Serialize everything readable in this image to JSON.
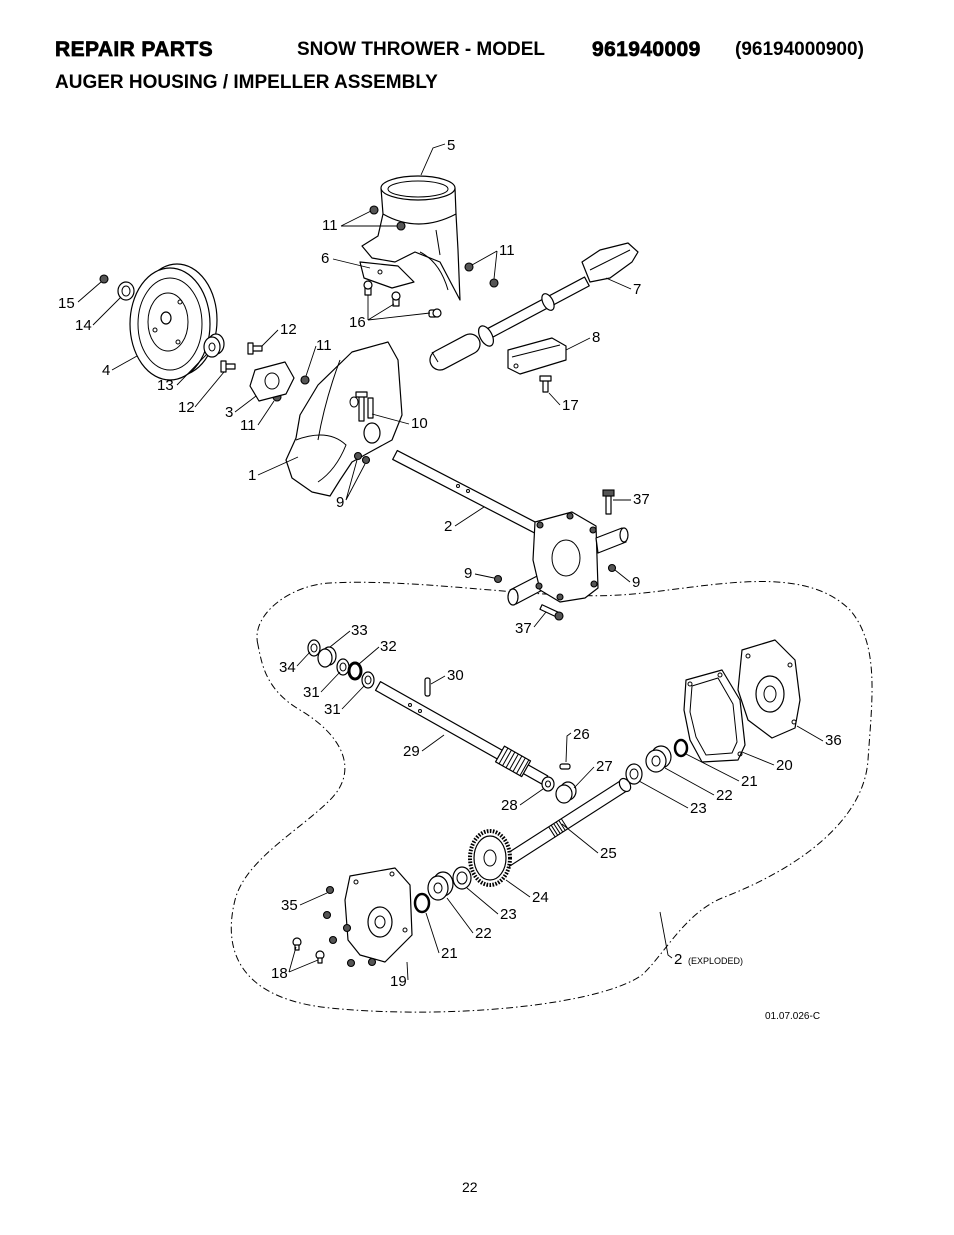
{
  "header": {
    "repair_parts": "REPAIR PARTS",
    "model_prefix": "SNOW THROWER - MODEL",
    "model_number": "961940009",
    "model_code": "(96194000900)",
    "subtitle": "AUGER HOUSING / IMPELLER ASSEMBLY"
  },
  "callouts": [
    "5",
    "11",
    "6",
    "11",
    "7",
    "15",
    "14",
    "12",
    "16",
    "8",
    "11",
    "4",
    "13",
    "12",
    "3",
    "17",
    "11",
    "10",
    "1",
    "9",
    "37",
    "2",
    "9",
    "9",
    "37",
    "33",
    "32",
    "34",
    "30",
    "31",
    "31",
    "26",
    "36",
    "29",
    "27",
    "20",
    "21",
    "22",
    "28",
    "23",
    "25",
    "24",
    "35",
    "23",
    "22",
    "21",
    "18",
    "19"
  ],
  "exploded": {
    "label": "2",
    "note": "(EXPLODED)"
  },
  "figure_code": "01.07.026-C",
  "page_number": "22"
}
